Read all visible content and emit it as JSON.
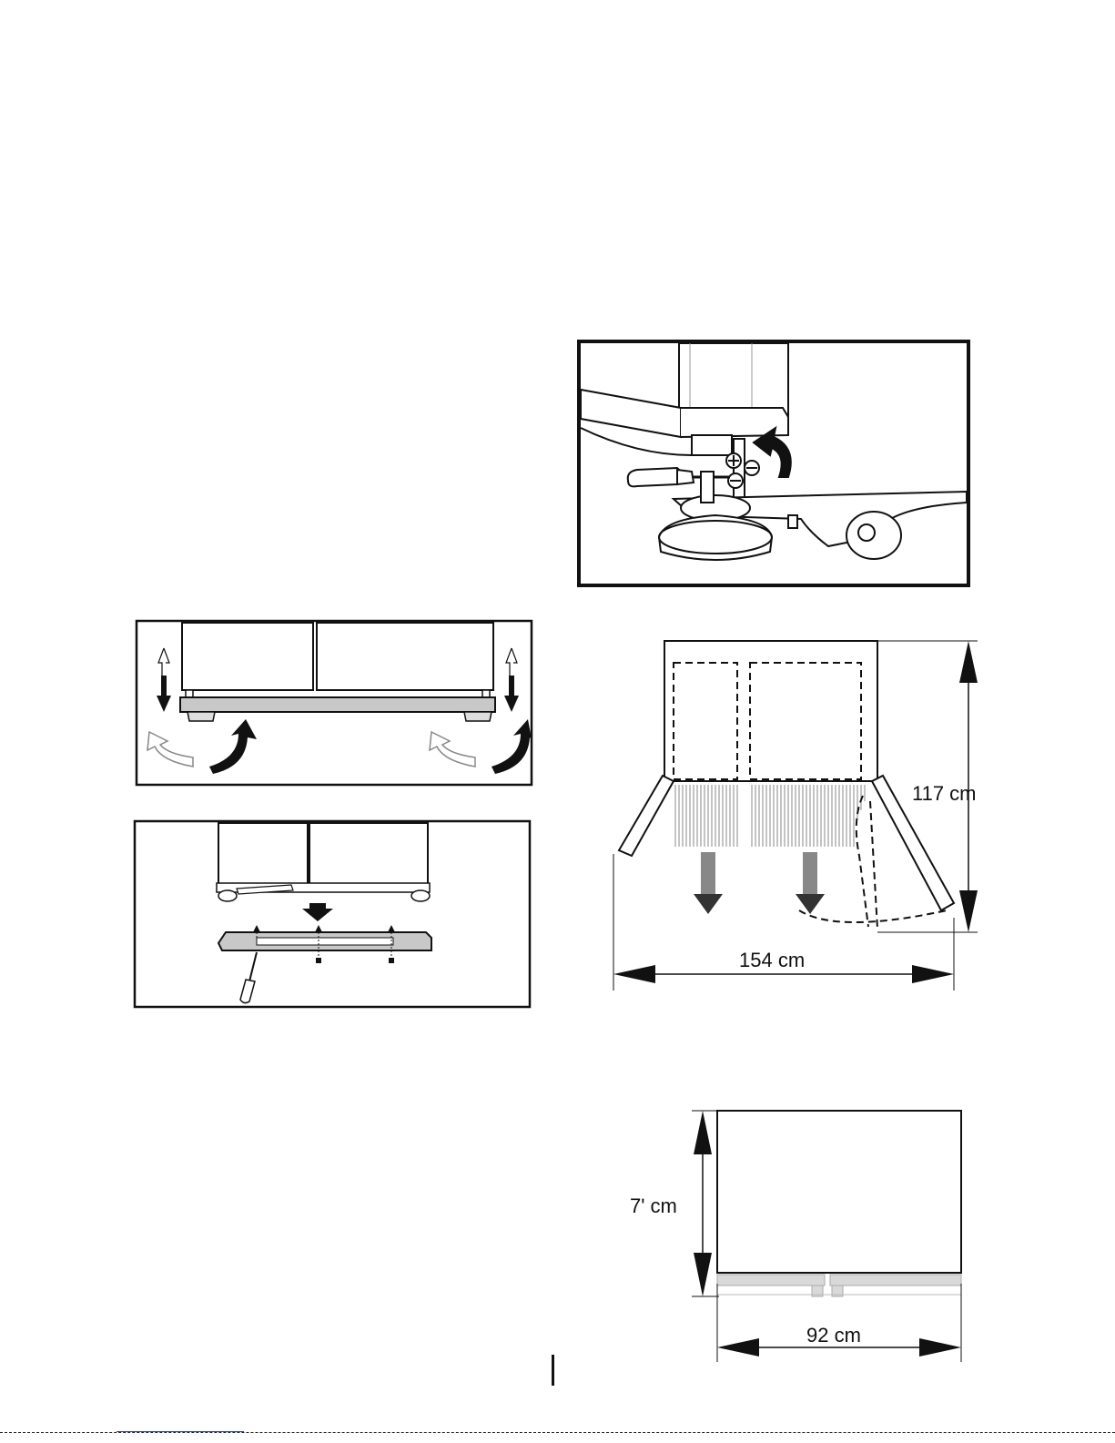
{
  "colors": {
    "ink": "#111111",
    "panel": "#c8c8c8",
    "light": "#d9d9d9",
    "white": "#ffffff"
  },
  "icons": [
    "screwdriver-icon",
    "curved-arrow-icon",
    "double-arrow-icon",
    "down-arrow-icon",
    "dimension-arrow-icon"
  ],
  "labels": {
    "depth_open": "117 cm",
    "width_open": "154 cm",
    "height_front": "7ʹ   cm",
    "width_front": "92   cm"
  }
}
